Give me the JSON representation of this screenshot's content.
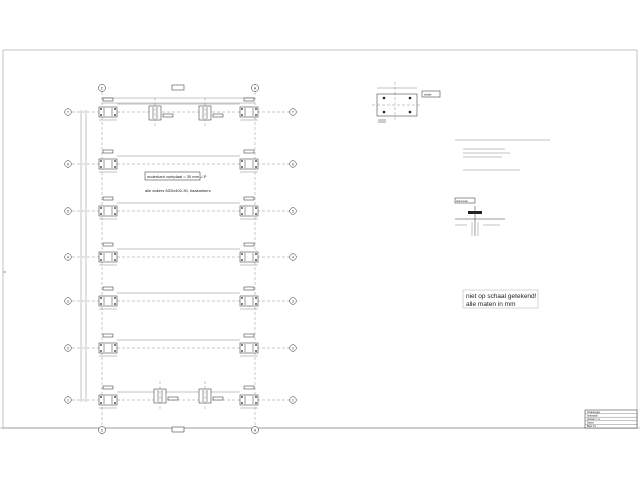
{
  "drawing": {
    "notes": {
      "plate": "onderkant voetplaat = 30 mm -/-P",
      "anchors": "alle ankers M20x400-30, haakankers"
    },
    "scale_note": {
      "line1": "niet op schaal getekend!",
      "line2": "alle maten in mm"
    },
    "grid_cols": [
      "C",
      "A"
    ],
    "grid_rows": [
      "7",
      "6",
      "5",
      "4",
      "3",
      "2",
      "1"
    ],
    "detail_label": "details",
    "section_label": "doorsnede",
    "title_block_lines": [
      "Onderlegger",
      "Ankerplan",
      "Schaal: n.v.t.",
      "Datum",
      "Blad 1/1"
    ]
  }
}
